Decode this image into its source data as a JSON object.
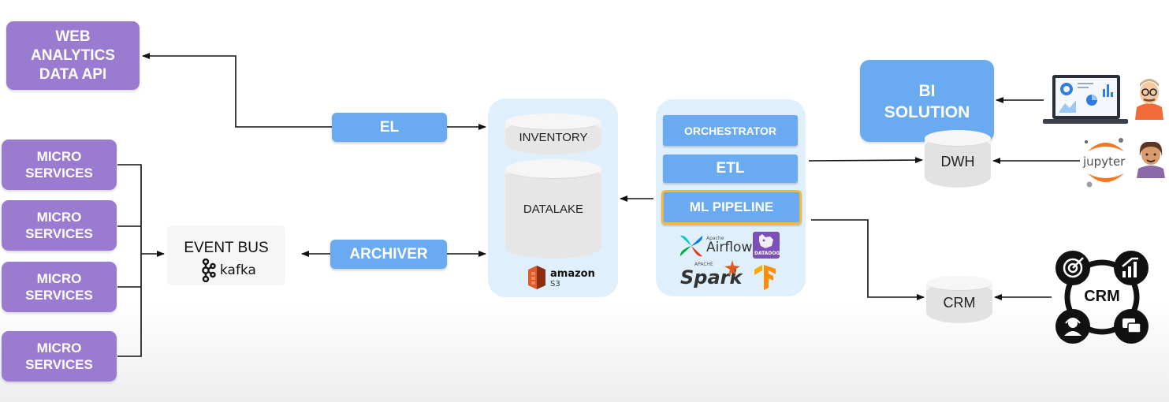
{
  "web_analytics": {
    "line1": "WEB",
    "line2": "ANALYTICS",
    "line3": "DATA API"
  },
  "micro_services": [
    {
      "line1": "MICRO",
      "line2": "SERVICES"
    },
    {
      "line1": "MICRO",
      "line2": "SERVICES"
    },
    {
      "line1": "MICRO",
      "line2": "SERVICES"
    },
    {
      "line1": "MICRO",
      "line2": "SERVICES"
    }
  ],
  "event_bus": {
    "label": "EVENT BUS",
    "kafka": "kafka"
  },
  "el_label": "EL",
  "archiver_label": "ARCHIVER",
  "storage": {
    "inventory": "INVENTORY",
    "datalake": "DATALAKE",
    "s3_line1": "amazon",
    "s3_line2": "S3"
  },
  "orchestrator": {
    "orchestrator": "ORCHESTRATOR",
    "etl": "ETL",
    "ml_pipeline": "ML PIPELINE"
  },
  "tools": {
    "airflow_small": "Apache",
    "airflow": "Airflow",
    "datadog": "DATADOG",
    "spark_small": "APACHE",
    "spark": "Spark"
  },
  "bi": {
    "line1": "BI",
    "line2": "SOLUTION"
  },
  "dwh": "DWH",
  "crm": "CRM",
  "crm_icon": "CRM",
  "jupyter": "jupyter",
  "colors": {
    "purple": "#9b7bd0",
    "blue": "#6aaaf0",
    "panel": "#dff0fc",
    "highlight": "#f0b93a"
  }
}
